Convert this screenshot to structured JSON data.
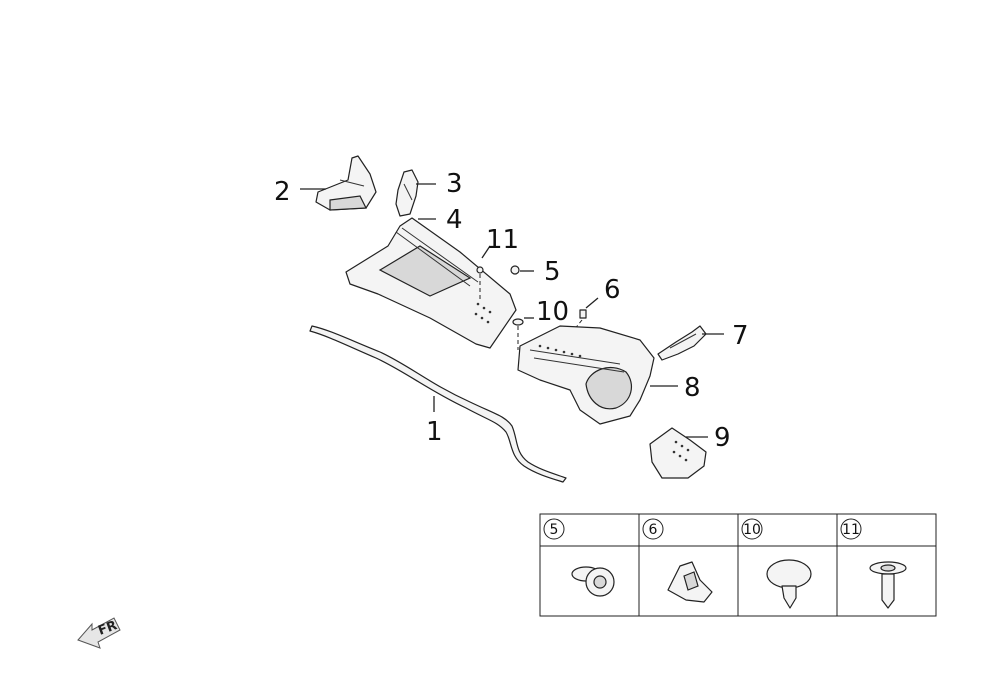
{
  "callouts": {
    "c1": "1",
    "c2": "2",
    "c3": "3",
    "c4": "4",
    "c5": "5",
    "c6": "6",
    "c7": "7",
    "c8": "8",
    "c9": "9",
    "c10": "10",
    "c11": "11"
  },
  "legend": {
    "cells": [
      "5",
      "6",
      "10",
      "11"
    ]
  },
  "front_indicator": "FR"
}
